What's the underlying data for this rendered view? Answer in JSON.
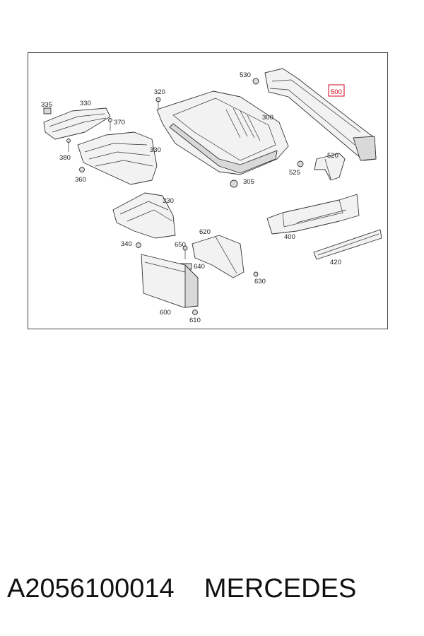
{
  "diagram": {
    "labels": {
      "p335": "335",
      "p330a": "330",
      "p370": "370",
      "p380": "380",
      "p360": "360",
      "p330b": "330",
      "p320": "320",
      "p300": "300",
      "p530": "530",
      "p500": "500",
      "p520": "520",
      "p525": "525",
      "p305": "305",
      "p330c": "330",
      "p340": "340",
      "p620": "620",
      "p650": "650",
      "p640": "640",
      "p630": "630",
      "p600": "600",
      "p610": "610",
      "p400": "400",
      "p420": "420"
    },
    "highlight_color": "#d0021b"
  },
  "caption": {
    "part_number": "A2056100014",
    "brand": "MERCEDES"
  }
}
